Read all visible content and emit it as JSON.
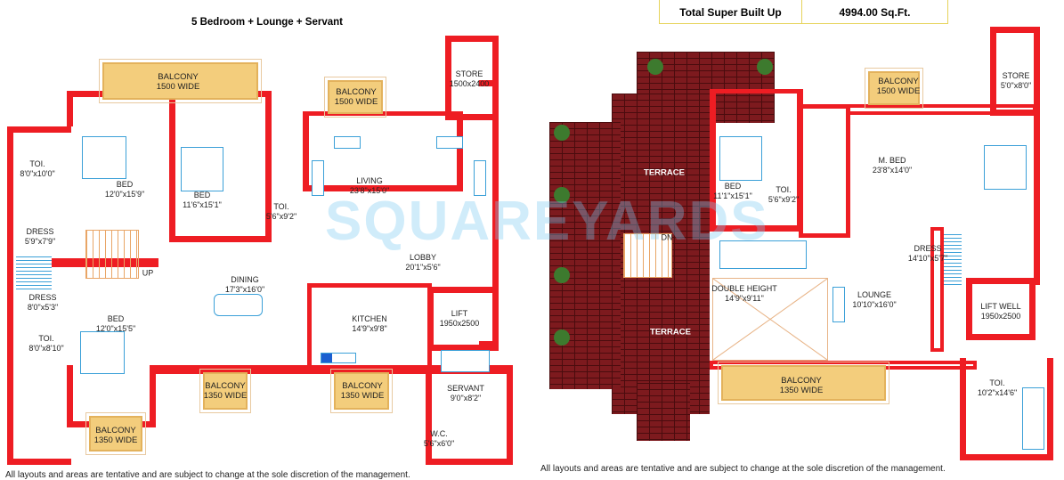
{
  "left_plan": {
    "title": "5 Bedroom + Lounge + Servant",
    "rooms": [
      {
        "name": "BALCONY",
        "size": "1500 WIDE"
      },
      {
        "name": "BALCONY",
        "size": "1500 WIDE"
      },
      {
        "name": "STORE",
        "size": "1500x2400"
      },
      {
        "name": "TOI.",
        "size": "8'0\"x10'0\""
      },
      {
        "name": "BED",
        "size": "12'0\"x15'9\""
      },
      {
        "name": "BED",
        "size": "11'6\"x15'1\""
      },
      {
        "name": "TOI.",
        "size": "5'6\"x9'2\""
      },
      {
        "name": "LIVING",
        "size": "23'8\"x15'0\""
      },
      {
        "name": "DRESS",
        "size": "5'9\"x7'9\""
      },
      {
        "name": "LOBBY",
        "size": "20'1\"x5'6\""
      },
      {
        "name": "DINING",
        "size": "17'3\"x16'0\""
      },
      {
        "name": "DRESS",
        "size": "8'0\"x5'3\""
      },
      {
        "name": "BED",
        "size": "12'0\"x15'5\""
      },
      {
        "name": "TOI.",
        "size": "8'0\"x8'10\""
      },
      {
        "name": "KITCHEN",
        "size": "14'9\"x9'8\""
      },
      {
        "name": "LIFT",
        "size": "1950x2500"
      },
      {
        "name": "BALCONY",
        "size": "1350 WIDE"
      },
      {
        "name": "BALCONY",
        "size": "1350 WIDE"
      },
      {
        "name": "SERVANT",
        "size": "9'0\"x8'2\""
      },
      {
        "name": "W.C.",
        "size": "5'6\"x6'0\""
      },
      {
        "name": "BALCONY",
        "size": "1350 WIDE"
      }
    ],
    "stair_label": "UP",
    "disclaimer": "All layouts and areas are tentative and are subject to change at the sole discretion of the management."
  },
  "area_table": {
    "label": "Total Super Built Up",
    "value": "4994.00 Sq.Ft."
  },
  "right_plan": {
    "rooms": [
      {
        "name": "TERRACE",
        "size": ""
      },
      {
        "name": "BALCONY",
        "size": "1500 WIDE"
      },
      {
        "name": "STORE",
        "size": "5'0\"x8'0\""
      },
      {
        "name": "BED",
        "size": "11'1\"x15'1\""
      },
      {
        "name": "TOI.",
        "size": "5'6\"x9'2\""
      },
      {
        "name": "M. BED",
        "size": "23'8\"x14'0\""
      },
      {
        "name": "DRESS",
        "size": "14'10\"x5'7\""
      },
      {
        "name": "DOUBLE HEIGHT",
        "size": "14'9\"x9'11\""
      },
      {
        "name": "LOUNGE",
        "size": "10'10\"x16'0\""
      },
      {
        "name": "LIFT WELL",
        "size": "1950x2500"
      },
      {
        "name": "TERRACE",
        "size": ""
      },
      {
        "name": "BALCONY",
        "size": "1350 WIDE"
      },
      {
        "name": "TOI.",
        "size": "10'2\"x14'6\""
      }
    ],
    "stair_label": "DN",
    "disclaimer": "All layouts and areas are tentative and are subject to change at the sole discretion of the management."
  },
  "watermark": "SQUAREYARDS",
  "colors": {
    "wall": "#ee1d23",
    "balcony": "#f3cd7c",
    "furniture": "#3ba0d8",
    "terrace": "#7d1a1e"
  }
}
